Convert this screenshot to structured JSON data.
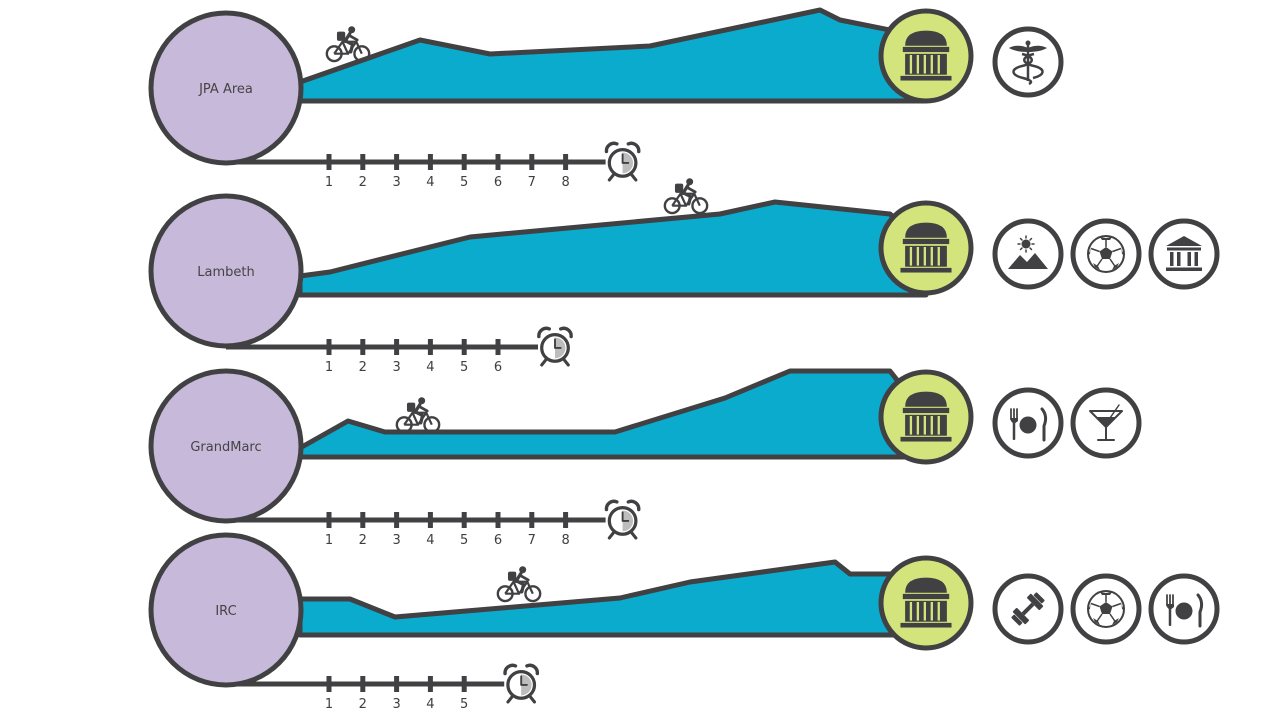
{
  "colors": {
    "origin_circle": "#c7b9da",
    "terrain": "#0aabcc",
    "destination_circle": "#d4e47c",
    "outline": "#414042",
    "icon_fill": "#414042",
    "background": "#ffffff"
  },
  "routes": [
    {
      "origin": "JPA Area",
      "timeline_ticks": [
        "1",
        "2",
        "3",
        "4",
        "5",
        "6",
        "7",
        "8"
      ],
      "amenities": [
        "caduceus-icon"
      ],
      "cyclist_icon": "cyclist-icon",
      "destination_icon": "building-icon",
      "clock_icon": "alarm-clock-icon"
    },
    {
      "origin": "Lambeth",
      "timeline_ticks": [
        "1",
        "2",
        "3",
        "4",
        "5",
        "6"
      ],
      "amenities": [
        "landscape-icon",
        "soccer-ball-icon",
        "museum-icon"
      ],
      "cyclist_icon": "cyclist-icon",
      "destination_icon": "building-icon",
      "clock_icon": "alarm-clock-icon"
    },
    {
      "origin": "GrandMarc",
      "timeline_ticks": [
        "1",
        "2",
        "3",
        "4",
        "5",
        "6",
        "7",
        "8"
      ],
      "amenities": [
        "dining-icon",
        "cocktail-icon"
      ],
      "cyclist_icon": "cyclist-icon",
      "destination_icon": "building-icon",
      "clock_icon": "alarm-clock-icon"
    },
    {
      "origin": "IRC",
      "timeline_ticks": [
        "1",
        "2",
        "3",
        "4",
        "5"
      ],
      "amenities": [
        "dumbbell-icon",
        "soccer-ball-icon",
        "dining-icon"
      ],
      "cyclist_icon": "cyclist-icon",
      "destination_icon": "building-icon",
      "clock_icon": "alarm-clock-icon"
    }
  ]
}
